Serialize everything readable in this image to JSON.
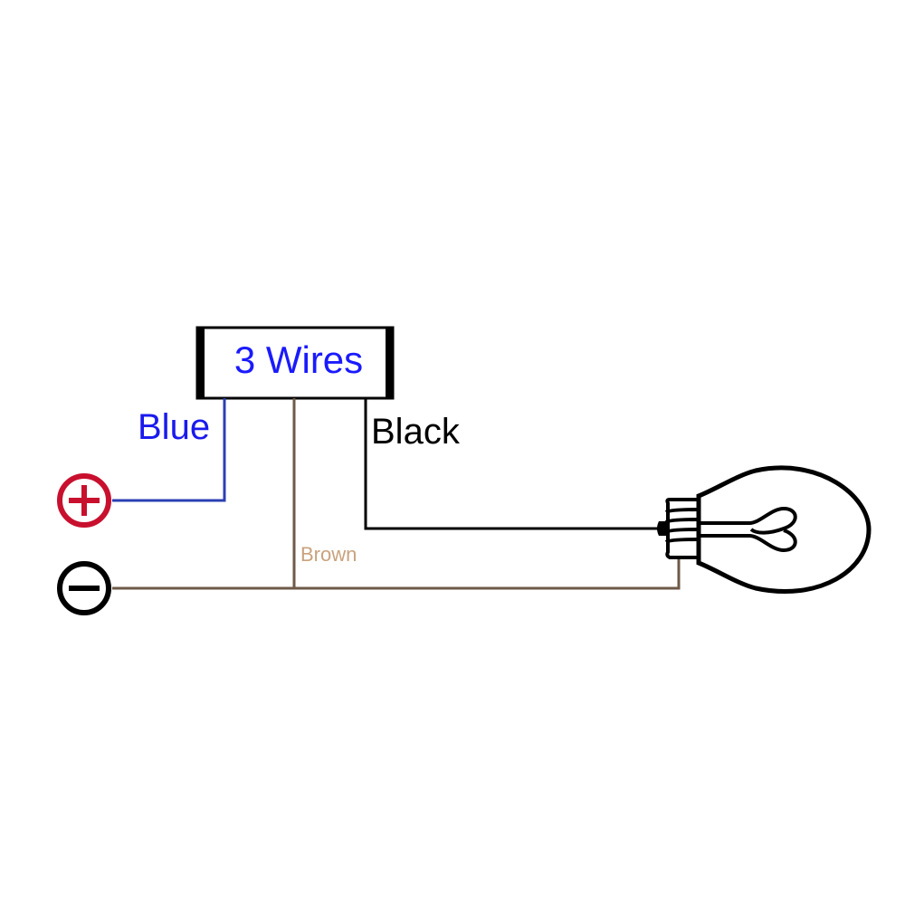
{
  "sensor": {
    "label": "3 Wires"
  },
  "wires": {
    "blue": {
      "label": "Blue",
      "color": "#2b3fb3"
    },
    "brown": {
      "label": "Brown",
      "color": "#6e5a48",
      "label_color": "#c9a27e"
    },
    "black": {
      "label": "Black",
      "color": "#000000"
    }
  },
  "terminals": {
    "positive": {
      "icon": "plus-circle-icon",
      "color": "#c8102e"
    },
    "negative": {
      "icon": "minus-circle-icon",
      "color": "#000000"
    }
  },
  "load": {
    "icon": "light-bulb-icon"
  },
  "colors": {
    "sensor_label": "#1a1aff",
    "blue_label": "#1a1aee",
    "outline": "#000000"
  }
}
